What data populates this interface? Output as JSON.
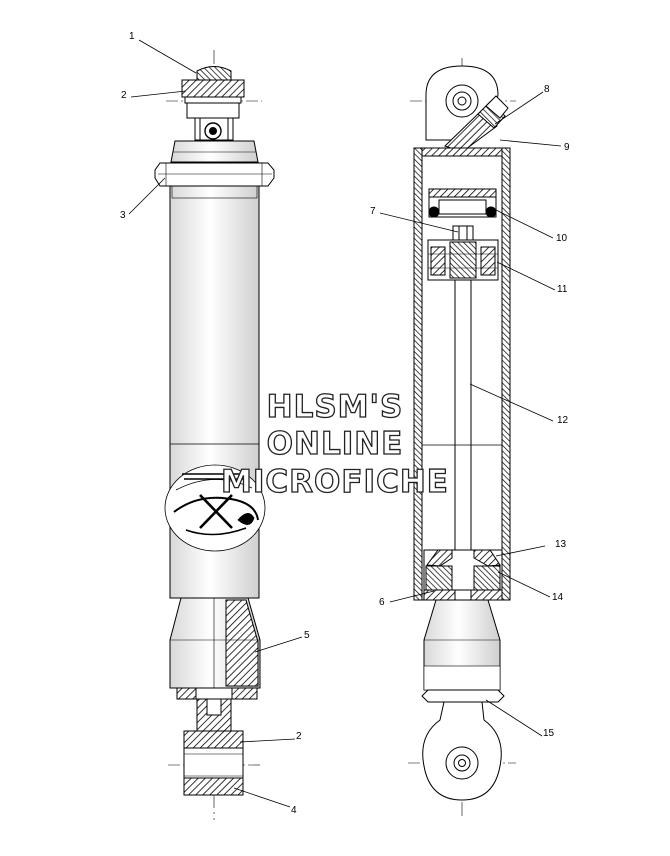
{
  "callouts": {
    "n1": "1",
    "n2a": "2",
    "n3": "3",
    "n2b": "2",
    "n4": "4",
    "n5": "5",
    "n6": "6",
    "n7": "7",
    "n8": "8",
    "n9": "9",
    "n10": "10",
    "n11": "11",
    "n12": "12",
    "n13": "13",
    "n14": "14",
    "n15": "15"
  },
  "watermark": {
    "line1": "HLSM'S",
    "line2": "ONLINE",
    "line3": "MICROFICHE"
  }
}
